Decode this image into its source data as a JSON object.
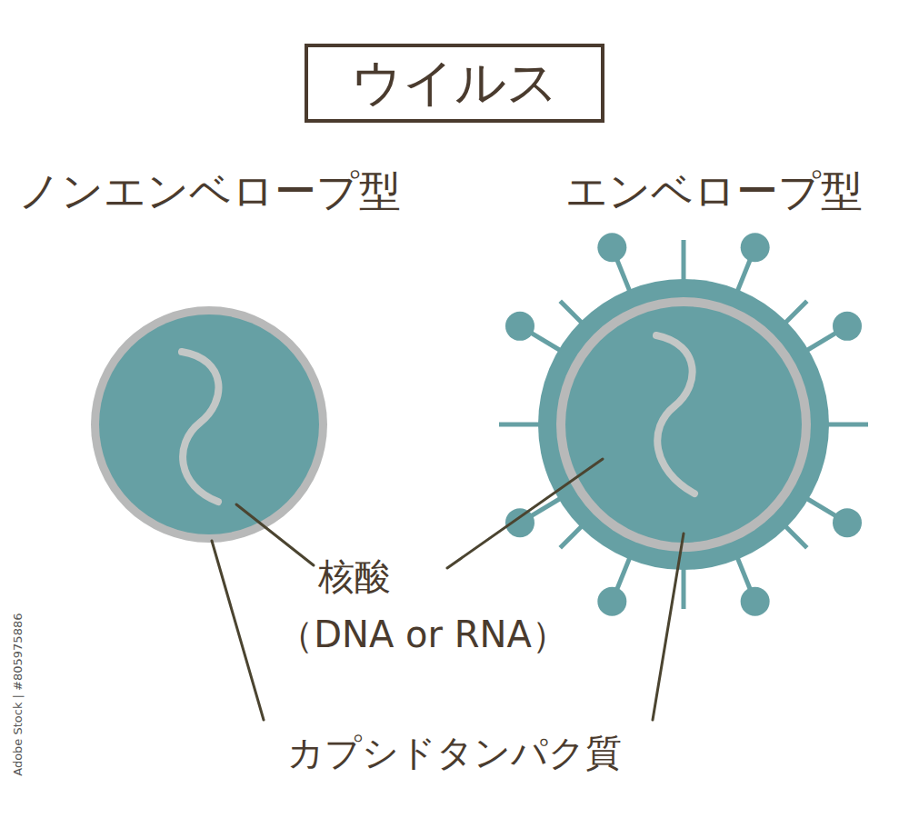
{
  "diagram": {
    "title": "ウイルス",
    "nodes": [
      {
        "text": [
          "ノンエンベロープ型"
        ]
      },
      {
        "text": [
          "エンベロープ型"
        ]
      }
    ],
    "labels": [
      "核酸",
      "（DNA or RNA）",
      "カプシドタンパク質",
      "Adobe Stock | #805975886"
    ]
  }
}
